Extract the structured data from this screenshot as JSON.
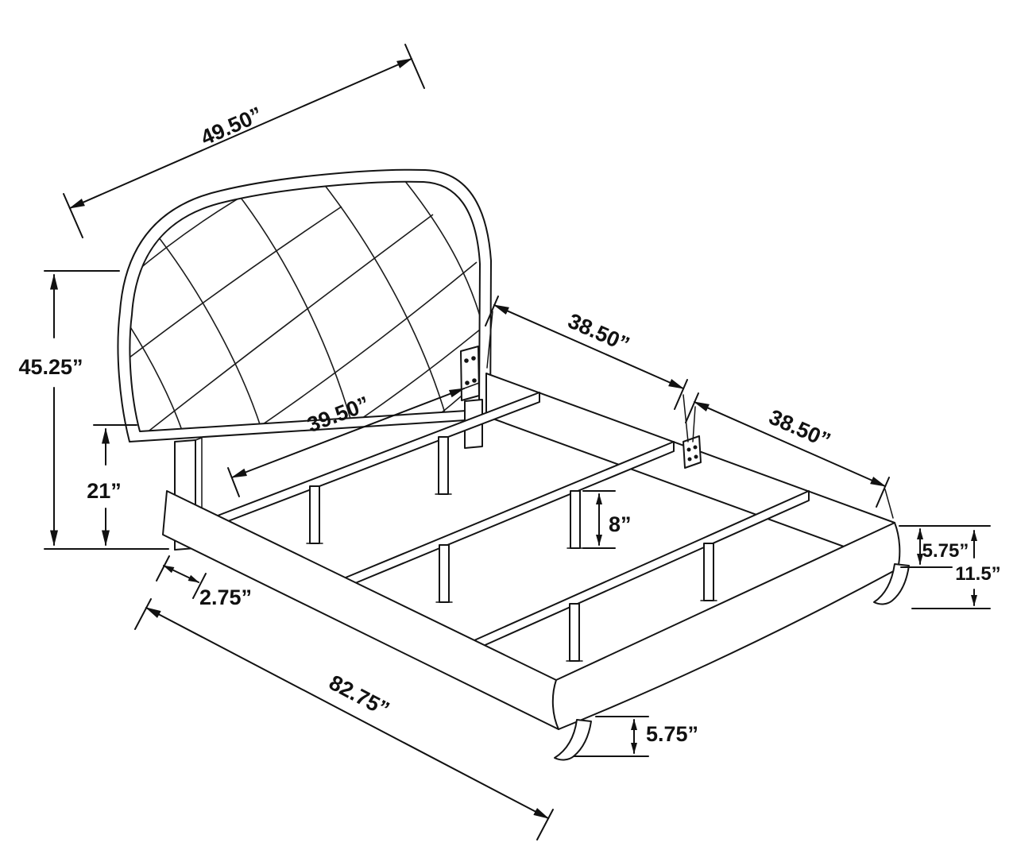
{
  "diagram": {
    "dimensions": {
      "headboard_width": "49.50”",
      "headboard_height": "45.25”",
      "headboard_leg_height": "21”",
      "side_rail_depth": "2.75”",
      "overall_length": "82.75”",
      "slat_length": "39.50”",
      "rail_front_section": "38.50”",
      "rail_back_section": "38.50”",
      "center_support_leg_height": "8”",
      "footboard_rail_height": "5.75”",
      "footboard_total_height": "11.5”",
      "footboard_leg_height": "5.75”"
    }
  }
}
